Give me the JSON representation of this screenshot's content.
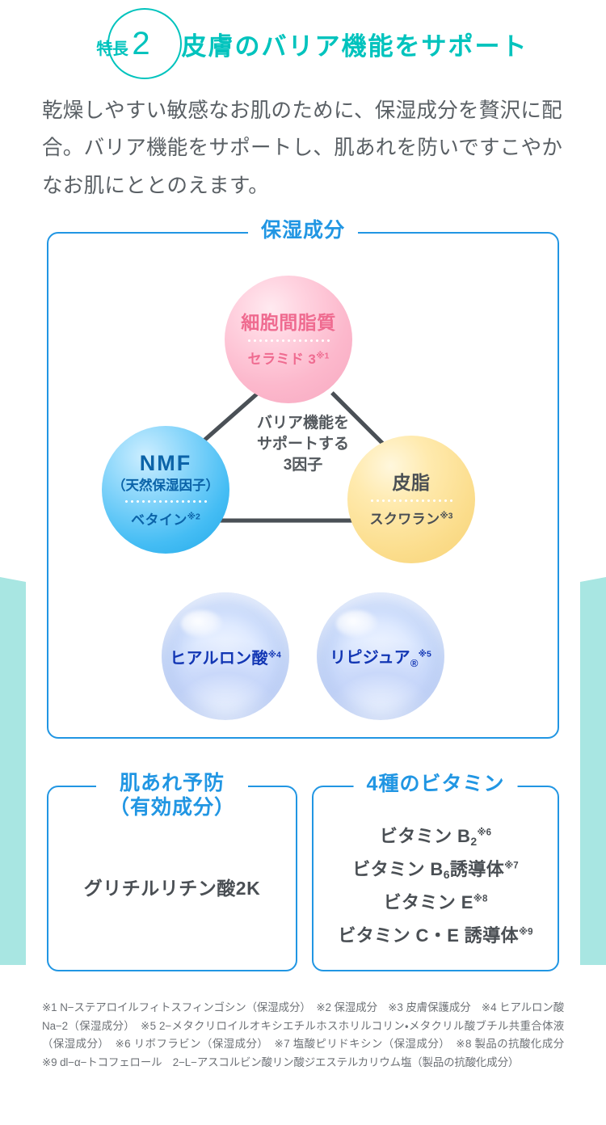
{
  "header": {
    "badge_label": "特長",
    "badge_number": "2",
    "title": "皮膚のバリア機能をサポート",
    "accent_color": "#00c3bd"
  },
  "lead": "乾燥しやすい敏感なお肌のために、保湿成分を贅沢に配合。バリア機能をサポートし、肌あれを防いですこやかなお肌にととのえます。",
  "moisture_section": {
    "title": "保湿成分",
    "border_color": "#2196e3",
    "center_label_line1": "バリア機能を",
    "center_label_line2": "サポートする",
    "center_label_line3": "3因子",
    "circles": [
      {
        "key": "intercellular-lipid",
        "title": "細胞間脂質",
        "subtitle": "",
        "ingredient": "セラミド 3",
        "ref": "※1",
        "color": "#f7a8c0",
        "text_color": "#ef6b90"
      },
      {
        "key": "nmf",
        "title": "NMF",
        "subtitle": "（天然保湿因子）",
        "ingredient": "ベタイン",
        "ref": "※2",
        "color": "#45bdf4",
        "text_color": "#0b63a8"
      },
      {
        "key": "sebum",
        "title": "皮脂",
        "subtitle": "",
        "ingredient": "スクワラン",
        "ref": "※3",
        "color": "#fbdd8c",
        "text_color": "#4a4f54"
      }
    ],
    "glossy_bubbles": [
      {
        "key": "hyaluronic-acid",
        "label": "ヒアルロン酸",
        "registered": "",
        "ref": "※4"
      },
      {
        "key": "lipidure",
        "label": "リピジュア",
        "registered": "®",
        "ref": "※5"
      }
    ]
  },
  "bottom_boxes": {
    "skin_care": {
      "title_line1": "肌あれ予防",
      "title_line2": "（有効成分）",
      "content": "グリチルリチン酸2K"
    },
    "vitamins": {
      "title": "4種のビタミン",
      "items": [
        {
          "name": "ビタミン B",
          "sub": "2",
          "suffix": "",
          "ref": "※6"
        },
        {
          "name": "ビタミン B",
          "sub": "6",
          "suffix": "誘導体",
          "ref": "※7"
        },
        {
          "name": "ビタミン E",
          "sub": "",
          "suffix": "",
          "ref": "※8"
        },
        {
          "name": "ビタミン C・E 誘導体",
          "sub": "",
          "suffix": "",
          "ref": "※9"
        }
      ]
    }
  },
  "footnotes": "※1 N−ステアロイルフィトスフィンゴシン（保湿成分）　※2 保湿成分　※3 皮膚保護成分　※4 ヒアルロン酸Na−2（保湿成分）　※5 2−メタクリロイルオキシエチルホスホリルコリン・メタクリル酸ブチル共重合体液（保湿成分）　※6 リボフラビン（保湿成分）　※7 塩酸ピリドキシン（保湿成分）　※8 製品の抗酸化成分　※9 dl−α−トコフェロール　2−L−アスコルビン酸リン酸ジエステルカリウム塩（製品の抗酸化成分）"
}
